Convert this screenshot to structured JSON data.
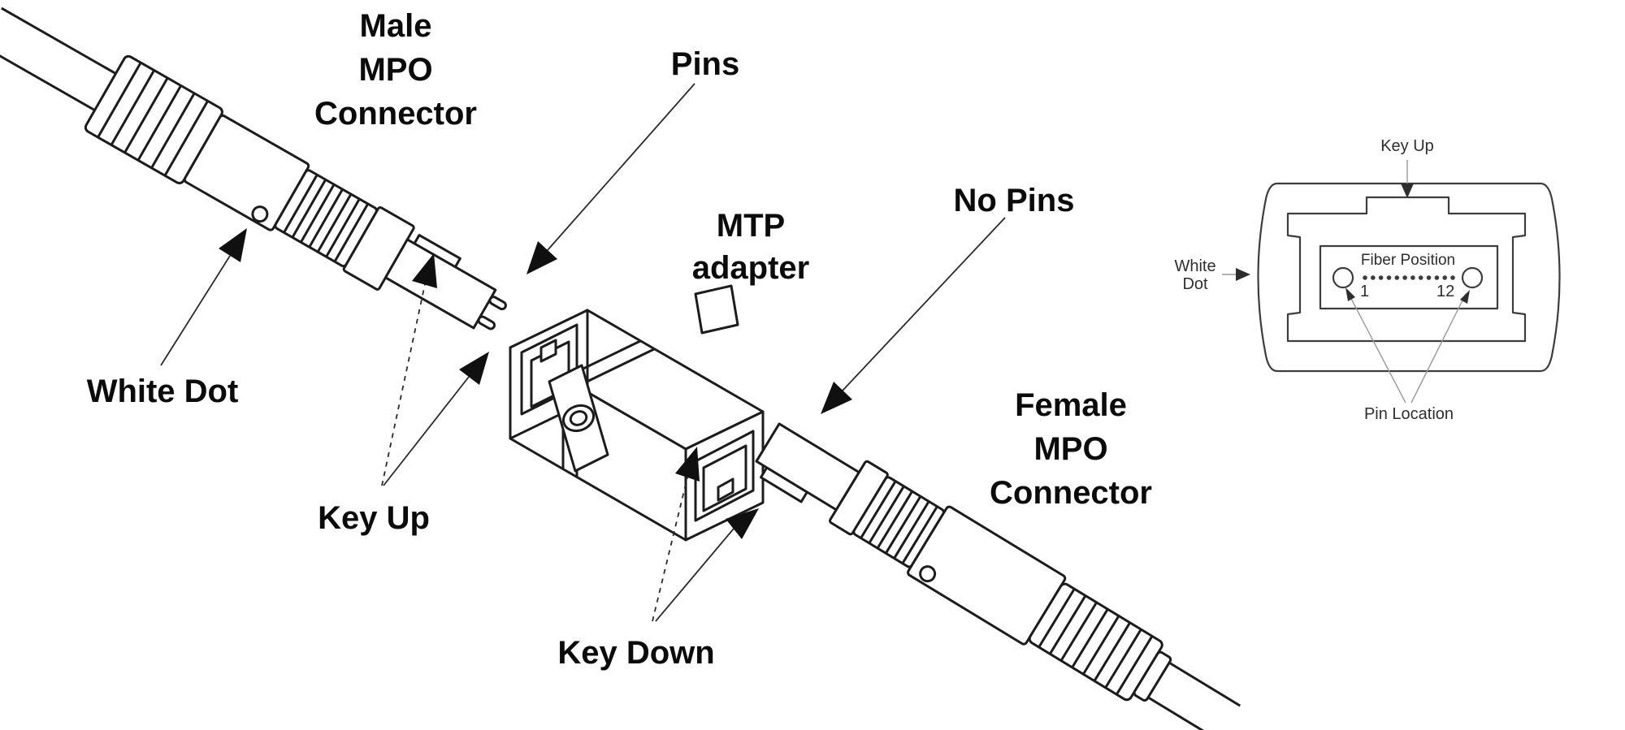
{
  "main_diagram": {
    "labels": {
      "male_connector": {
        "lines": [
          "Male",
          "MPO",
          "Connector"
        ]
      },
      "pins": "Pins",
      "mtp_adapter": {
        "lines": [
          "MTP",
          "adapter"
        ]
      },
      "no_pins": "No Pins",
      "female_connector": {
        "lines": [
          "Female",
          "MPO",
          "Connector"
        ]
      },
      "white_dot": "White Dot",
      "key_up": "Key Up",
      "key_down": "Key Down"
    },
    "colors": {
      "background": "#ffffff",
      "line": "#1c1c1c",
      "label_text": "#0b0b0b",
      "arrow": "#101010"
    }
  },
  "end_face_diagram": {
    "labels": {
      "key_up": "Key Up",
      "white_dot": {
        "lines": [
          "White",
          "Dot"
        ]
      },
      "fiber_position": "Fiber Position",
      "first_fiber": "1",
      "last_fiber": "12",
      "pin_location": "Pin Location"
    },
    "fiber_count": 12,
    "colors": {
      "line": "#3d3d3d",
      "leader": "#9a9a9a",
      "text": "#2e2e2e"
    }
  }
}
